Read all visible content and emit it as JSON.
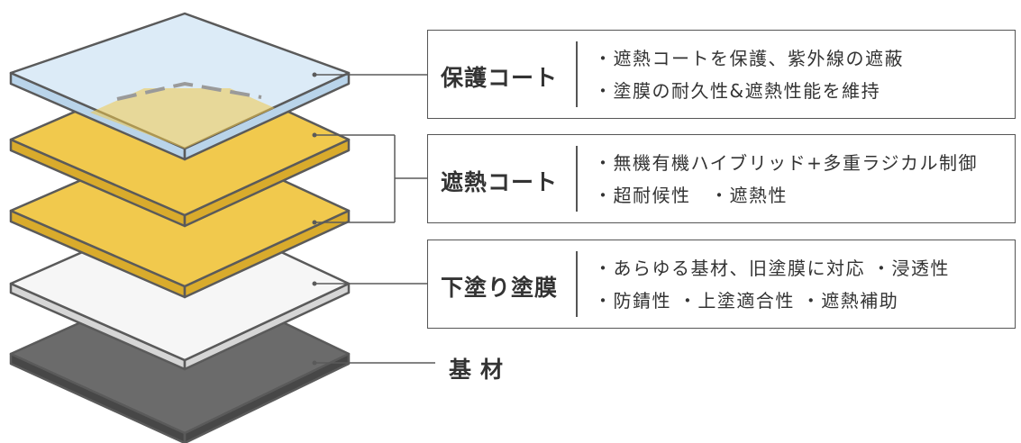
{
  "colors": {
    "protective_top": "#dcebf7",
    "protective_side": "#b9d4ea",
    "heat_top": "#f1c94d",
    "heat_side": "#d9ab2c",
    "primer_top": "#f6f6f6",
    "primer_side": "#d6d6d6",
    "base_top": "#6b6b6b",
    "base_side": "#474747",
    "outline": "#5a5a5a",
    "dashes": "#9a9a9a"
  },
  "layers": [
    {
      "title": "保護コート",
      "points": [
        "・遮熱コートを保護、紫外線の遮蔽",
        "・塗膜の耐久性&遮熱性能を維持"
      ]
    },
    {
      "title": "遮熱コート",
      "points": [
        "・無機有機ハイブリッド+多重ラジカル制御",
        "・超耐候性　・遮熱性"
      ]
    },
    {
      "title": "下塗り塗膜",
      "points": [
        "・あらゆる基材、旧塗膜に対応 ・浸透性",
        "・防錆性 ・上塗適合性 ・遮熱補助"
      ]
    }
  ],
  "substrate": {
    "title": "基材"
  }
}
